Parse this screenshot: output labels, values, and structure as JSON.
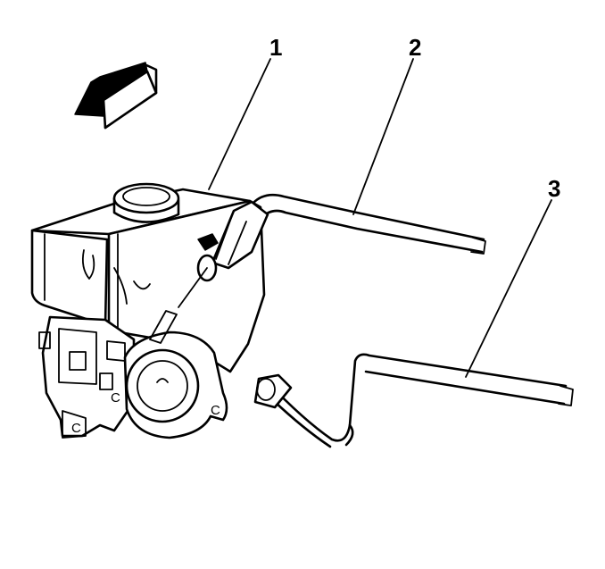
{
  "diagram": {
    "callouts": [
      {
        "id": "1",
        "label": "1"
      },
      {
        "id": "2",
        "label": "2"
      },
      {
        "id": "3",
        "label": "3"
      }
    ],
    "markings": {
      "clip_mark": "C"
    },
    "colors": {
      "line": "#000000",
      "background": "#ffffff"
    },
    "icons": [
      "direction-arrow-icon"
    ]
  }
}
